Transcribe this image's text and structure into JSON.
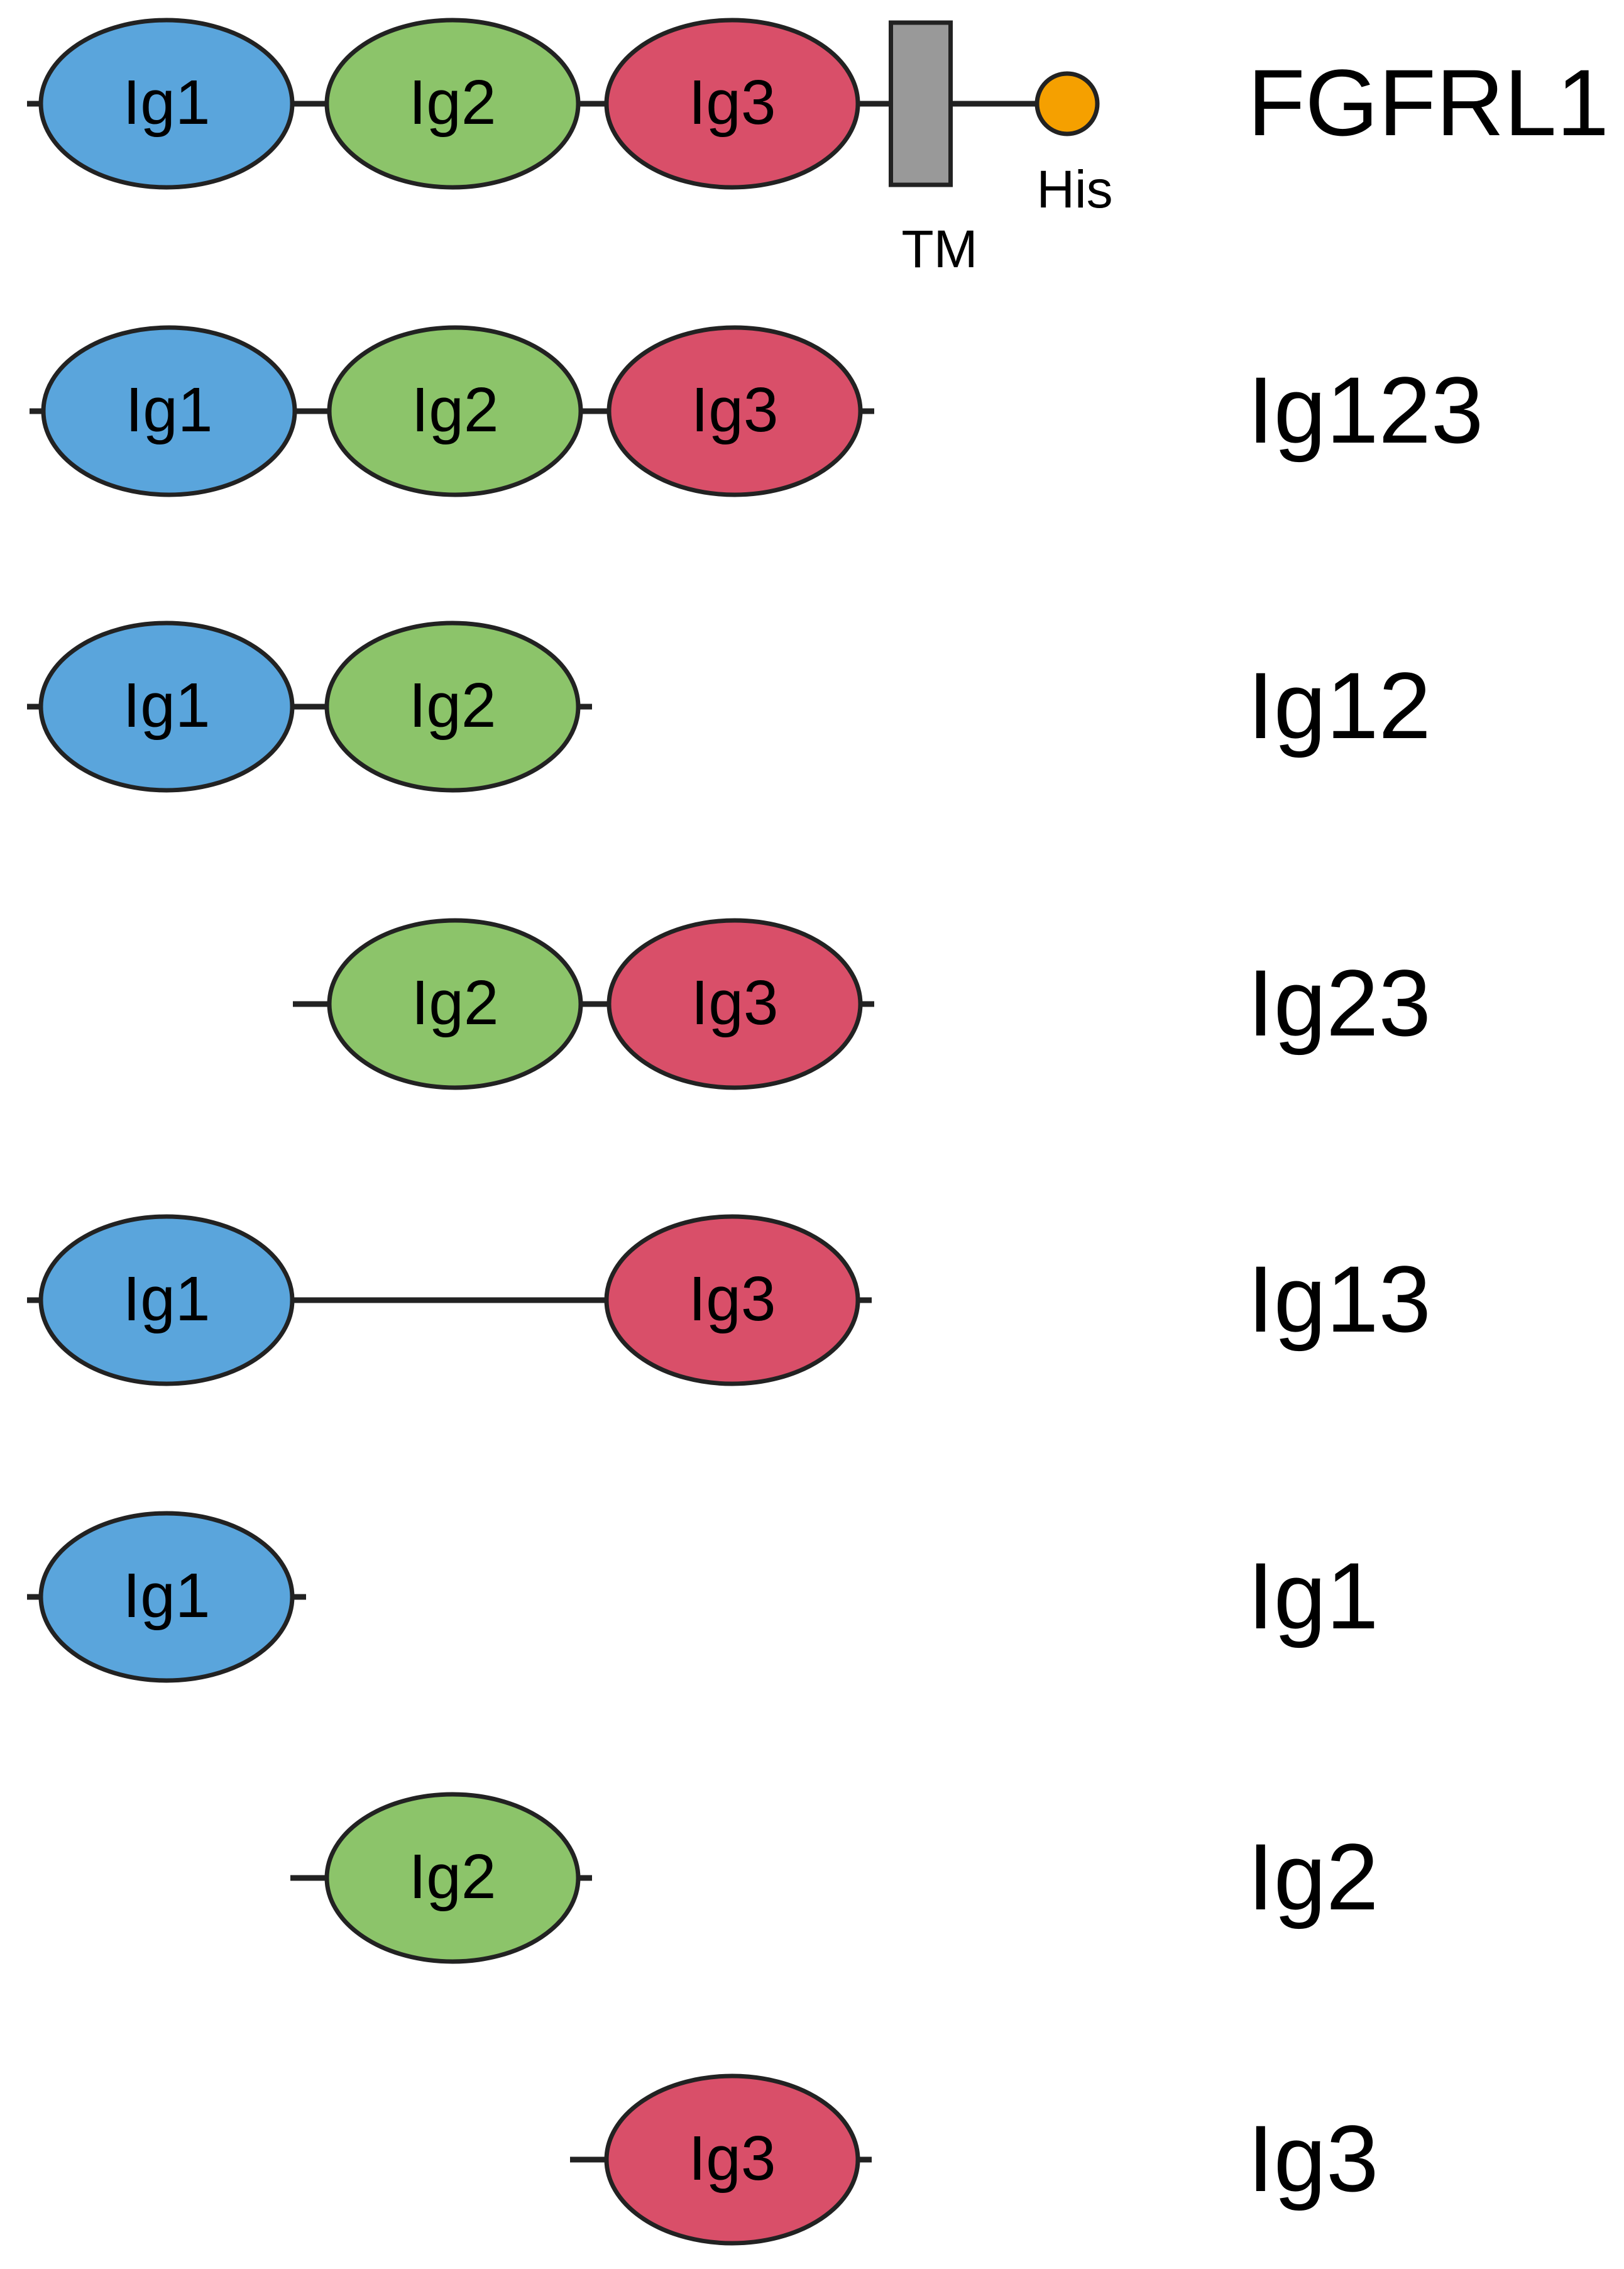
{
  "colors": {
    "ig1": "#5aa5dc",
    "ig2": "#8cc46a",
    "ig3": "#d94f69",
    "tm": "#999999",
    "his": "#f5a000",
    "line": "#222222",
    "text": "#000000"
  },
  "labels": {
    "tm": "TM",
    "his": "His"
  },
  "constructs": [
    {
      "name": "FGFRL1",
      "domains": [
        "Ig1",
        "Ig2",
        "Ig3"
      ],
      "tm": true,
      "his": true
    },
    {
      "name": "Ig123",
      "domains": [
        "Ig1",
        "Ig2",
        "Ig3"
      ]
    },
    {
      "name": "Ig12",
      "domains": [
        "Ig1",
        "Ig2"
      ]
    },
    {
      "name": "Ig23",
      "domains": [
        "Ig2",
        "Ig3"
      ]
    },
    {
      "name": "Ig13",
      "domains": [
        "Ig1",
        "Ig3"
      ]
    },
    {
      "name": "Ig1",
      "domains": [
        "Ig1"
      ]
    },
    {
      "name": "Ig2",
      "domains": [
        "Ig2"
      ]
    },
    {
      "name": "Ig3",
      "domains": [
        "Ig3"
      ]
    }
  ]
}
